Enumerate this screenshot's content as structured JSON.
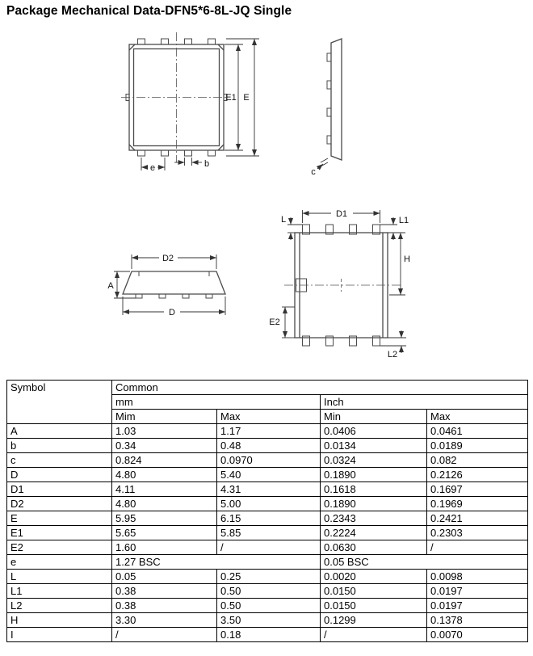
{
  "title": "Package Mechanical Data-DFN5*6-8L-JQ Single",
  "colors": {
    "text": "#000000",
    "background": "#ffffff",
    "line": "#4a4a4a"
  },
  "drawing": {
    "top_view": {
      "dim_e1": "E1",
      "dim_e": "E",
      "dim_pitch": "e",
      "dim_b": "b"
    },
    "side_view": {
      "dim_c": "c"
    },
    "section_view": {
      "dim_d2": "D2",
      "dim_a": "A",
      "dim_d": "D"
    },
    "bottom_view": {
      "dim_d1": "D1",
      "dim_l": "L",
      "dim_l1": "L1",
      "dim_h": "H",
      "dim_e2": "E2",
      "dim_l2": "L2"
    }
  },
  "table": {
    "header": {
      "symbol": "Symbol",
      "common": "Common",
      "mm": "mm",
      "inch": "Inch",
      "mm_min": "Mim",
      "mm_max": "Max",
      "inch_min": "Min",
      "inch_max": "Max"
    },
    "rows": [
      {
        "sym": "A",
        "mm_min": "1.03",
        "mm_max": "1.17",
        "in_min": "0.0406",
        "in_max": "0.0461"
      },
      {
        "sym": "b",
        "mm_min": "0.34",
        "mm_max": "0.48",
        "in_min": "0.0134",
        "in_max": "0.0189"
      },
      {
        "sym": "c",
        "mm_min": "0.824",
        "mm_max": "0.0970",
        "in_min": "0.0324",
        "in_max": "0.082"
      },
      {
        "sym": "D",
        "mm_min": "4.80",
        "mm_max": "5.40",
        "in_min": "0.1890",
        "in_max": "0.2126"
      },
      {
        "sym": "D1",
        "mm_min": "4.11",
        "mm_max": "4.31",
        "in_min": "0.1618",
        "in_max": "0.1697"
      },
      {
        "sym": "D2",
        "mm_min": "4.80",
        "mm_max": "5.00",
        "in_min": "0.1890",
        "in_max": "0.1969"
      },
      {
        "sym": "E",
        "mm_min": "5.95",
        "mm_max": "6.15",
        "in_min": "0.2343",
        "in_max": "0.2421"
      },
      {
        "sym": "E1",
        "mm_min": "5.65",
        "mm_max": "5.85",
        "in_min": "0.2224",
        "in_max": "0.2303"
      },
      {
        "sym": "E2",
        "mm_min": "1.60",
        "mm_max": "/",
        "in_min": "0.0630",
        "in_max": "/"
      },
      {
        "sym": "e",
        "mm_bsc": "1.27 BSC",
        "in_bsc": "0.05 BSC"
      },
      {
        "sym": "L",
        "mm_min": "0.05",
        "mm_max": "0.25",
        "in_min": "0.0020",
        "in_max": "0.0098"
      },
      {
        "sym": "L1",
        "mm_min": "0.38",
        "mm_max": "0.50",
        "in_min": "0.0150",
        "in_max": "0.0197"
      },
      {
        "sym": "L2",
        "mm_min": "0.38",
        "mm_max": "0.50",
        "in_min": "0.0150",
        "in_max": "0.0197"
      },
      {
        "sym": "H",
        "mm_min": "3.30",
        "mm_max": "3.50",
        "in_min": "0.1299",
        "in_max": "0.1378"
      },
      {
        "sym": "I",
        "mm_min": "/",
        "mm_max": "0.18",
        "in_min": "/",
        "in_max": "0.0070"
      }
    ]
  }
}
